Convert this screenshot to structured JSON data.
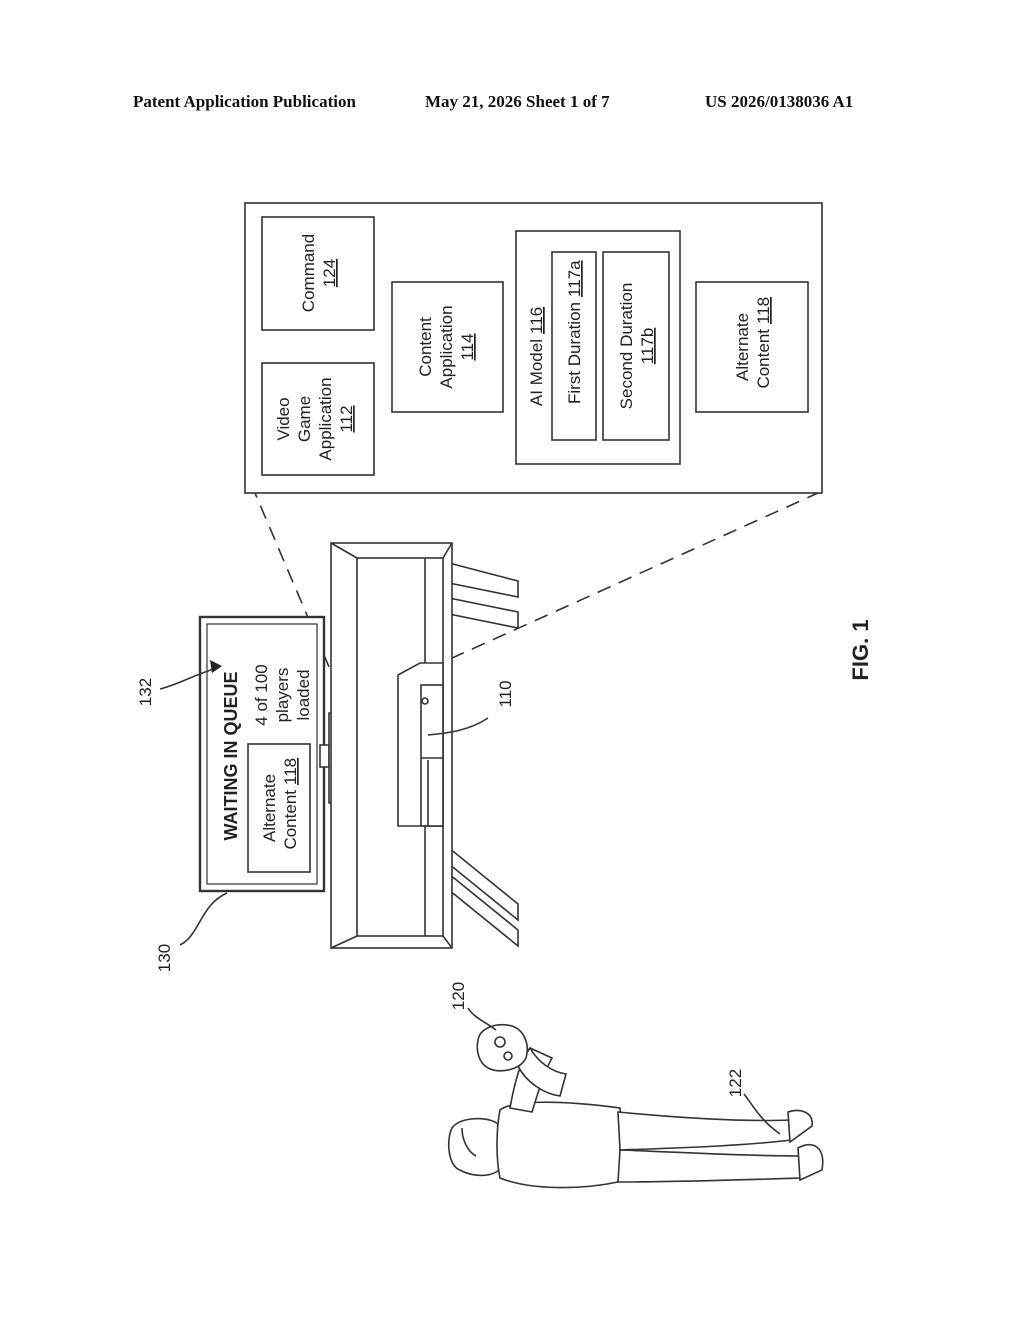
{
  "header": {
    "left": "Patent Application Publication",
    "date_sheet": "May 21, 2026  Sheet 1 of 7",
    "pub_number": "US 2026/0138036 A1"
  },
  "figure_label": "FIG. 1",
  "detail": {
    "video_game": {
      "line1": "Video",
      "line2": "Game",
      "line3": "Application",
      "ref": "112"
    },
    "command": {
      "line1": "Command",
      "ref": "124"
    },
    "content_app": {
      "line1": "Content",
      "line2": "Application",
      "ref": "114"
    },
    "ai_model": {
      "label": "AI Model",
      "ref": "116",
      "first": {
        "label": "First Duration",
        "ref": "117a"
      },
      "second": {
        "label": "Second Duration",
        "ref": "117b"
      }
    },
    "alt_content": {
      "line1": "Alternate",
      "line2": "Content",
      "ref": "118"
    }
  },
  "screen": {
    "title": "WAITING IN QUEUE",
    "status": [
      "4 of 100",
      "players",
      "loaded"
    ],
    "alt_content": {
      "line1": "Alternate",
      "line2": "Content",
      "ref": "118"
    }
  },
  "refs": {
    "display": "130",
    "screen_msg": "132",
    "console": "110",
    "controller": "120",
    "user": "122"
  }
}
